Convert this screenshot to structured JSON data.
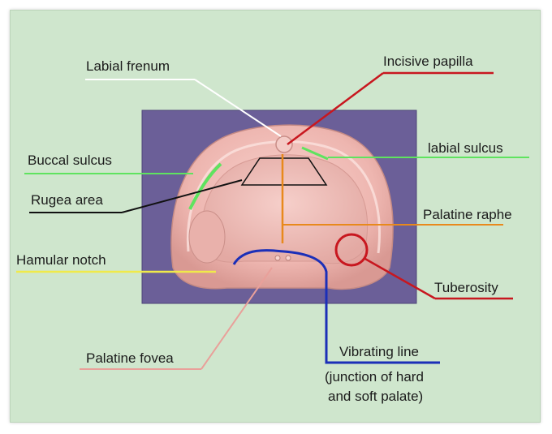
{
  "labels": {
    "labial_frenum": "Labial frenum",
    "incisive_papilla": "Incisive papilla",
    "buccal_sulcus": "Buccal sulcus",
    "labial_sulcus": "labial  sulcus",
    "rugea_area": "Rugea area",
    "palatine_raphe": "Palatine raphe",
    "hamular_notch": "Hamular notch",
    "tuberosity": "Tuberosity",
    "palatine_fovea": "Palatine fovea",
    "vibrating_line": "Vibrating line",
    "vibrating_line_note_1": "(junction of hard",
    "vibrating_line_note_2": "and soft palate)"
  },
  "colors": {
    "background": "#cfe6cd",
    "backdrop": "#6b5f98",
    "cast": "#f2c0bb",
    "white_leader": "#ffffff",
    "red_leader": "#c8171f",
    "green_leader": "#5fe35f",
    "black_leader": "#111111",
    "orange_leader": "#e8891c",
    "yellow_leader": "#f0ea4a",
    "blue_leader": "#1b2fb8",
    "pink_leader": "#e9a09a"
  }
}
